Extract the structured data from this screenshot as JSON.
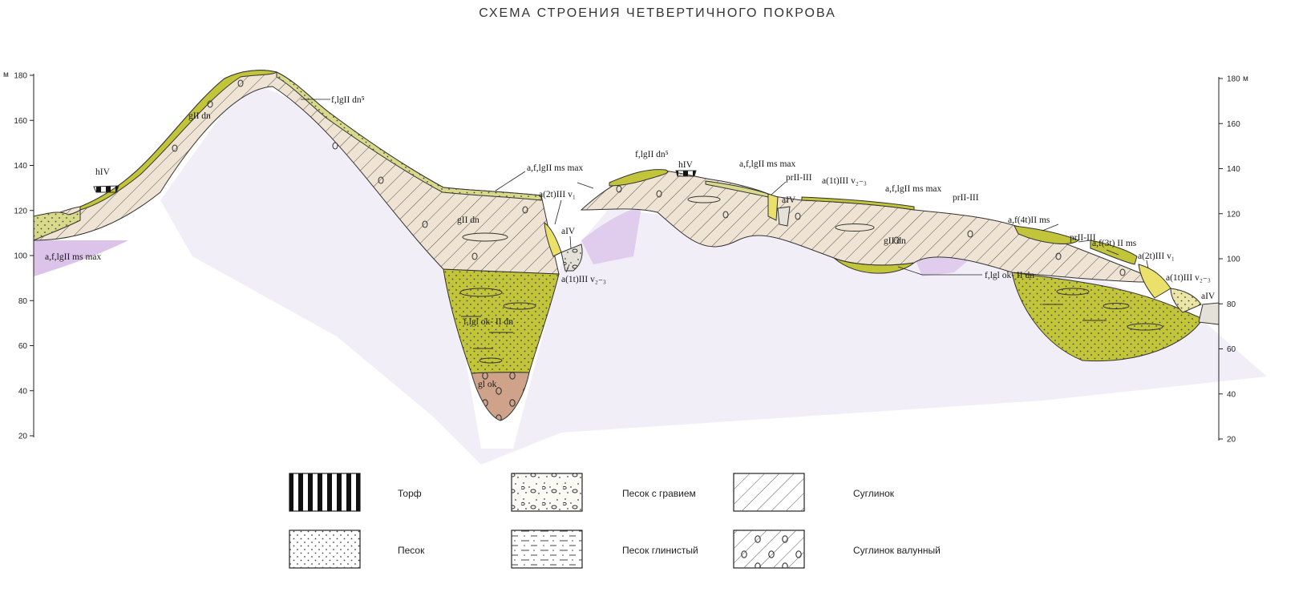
{
  "title": "СХЕМА СТРОЕНИЯ ЧЕТВЕРТИЧНОГО ПОКРОВА",
  "axis": {
    "left_unit": "м",
    "right_unit": "м",
    "ticks": [
      180,
      160,
      140,
      120,
      100,
      80,
      60,
      40,
      20
    ]
  },
  "labels": {
    "hIV_left": "hIV",
    "glII_dn_top": "gII dn",
    "flglII_dn5_top": "f,lgII dn⁵",
    "aflglII_msmax_left": "a,f,lgII ms max",
    "aflglII_msmax_mid": "a,f,lgII ms max",
    "a2tIII_v1_mid": "a(2t)III v₁",
    "aIV_mid": "aIV",
    "a1tIII_v23_mid": "a(1t)III v₂₋₃",
    "glII_dn_mid": "gII dn",
    "flgl_ok_II_dn_valley": "f,lgl ok- II dn",
    "gl_ok_bottom": "gl ok",
    "flglII_dn5_right": "f,lgII dn⁵",
    "hIV_right": "hIV",
    "aflglII_msmax_r1": "a,f,lgII ms max",
    "prII_III_1": "prII-III",
    "a1tIII_v23_r": "a(1t)III v₂₋₃",
    "aIV_r": "aIV",
    "aflglII_msmax_r2": "a,f,lgII ms max",
    "prII_III_2": "prII-III",
    "glII_dn_right": "gII dn",
    "flgl_ok_II_dn_right": "f,lgl ok- II dn",
    "af4tII_ms": "a,f(4t)II ms",
    "prII_III_3": "prII-III",
    "af3tII_ms": "a,f(3t) II ms",
    "a2tIII_v1_right": "a(2t)III v₁",
    "a1tIII_v23_right": "a(1t)III v₂₋₃",
    "aIV_far_right": "aIV"
  },
  "legend": [
    {
      "key": "peat",
      "label": "Торф"
    },
    {
      "key": "sand_gravel",
      "label": "Песок с гравием"
    },
    {
      "key": "loam",
      "label": "Суглинок"
    },
    {
      "key": "sand",
      "label": "Песок"
    },
    {
      "key": "clayey_sand",
      "label": "Песок глинистый"
    },
    {
      "key": "boulder_loam",
      "label": "Суглинок валунный"
    }
  ],
  "colors": {
    "loam": "#efe3d3",
    "olive": "#c2c43a",
    "olive_light": "#d9d98a",
    "sand_light": "#e9e6a6",
    "yellow": "#ebe06a",
    "brown": "#cfa38a",
    "shadow": "#e6e0f2",
    "lilac": "#dcc3ea",
    "grey_sand": "#e4e2d8"
  }
}
